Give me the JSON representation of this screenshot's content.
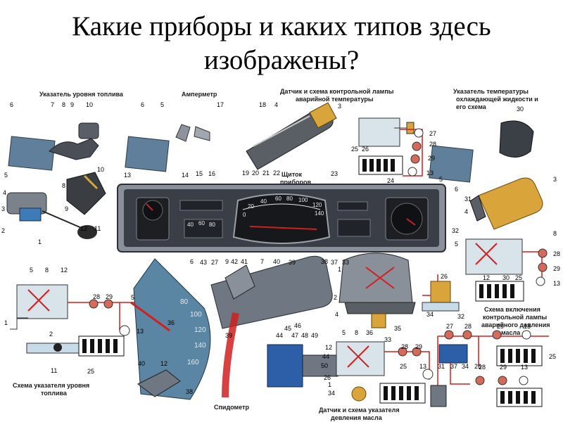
{
  "slide": {
    "title_line1": "Какие приборы и каких типов здесь",
    "title_line2": "изображены?"
  },
  "labels": {
    "fuel_gauge": "Указатель уровня топлива",
    "ammeter": "Амперметр",
    "oil_temp_sensor_1": "Датчик и схема контрольной лампы",
    "oil_temp_sensor_2": "аварийной температуры",
    "coolant_temp_1": "Указатель температуры",
    "coolant_temp_2": "охлаждающей жидкости и",
    "coolant_temp_3": "его схема",
    "panel_1": "Щиток",
    "panel_2": "приборов",
    "lamp_circuit_1": "Схема включения",
    "lamp_circuit_2": "контрольной лампы",
    "lamp_circuit_3": "аварийного давления",
    "lamp_circuit_4": "масла",
    "fuel_circuit_1": "Схема указателя уровня",
    "fuel_circuit_2": "топлива",
    "speedometer": "Спидометр",
    "oil_pressure_1": "Датчик и схема указателя",
    "oil_pressure_2": "девления масла"
  },
  "callouts": [
    {
      "id": "c6a",
      "text": "6"
    },
    {
      "id": "c7a",
      "text": "7"
    },
    {
      "id": "c8a",
      "text": "8"
    },
    {
      "id": "c9a",
      "text": "9"
    },
    {
      "id": "c10a",
      "text": "10"
    },
    {
      "id": "c5a",
      "text": "5"
    },
    {
      "id": "c4a",
      "text": "4"
    },
    {
      "id": "c3a",
      "text": "3"
    },
    {
      "id": "c2a",
      "text": "2"
    },
    {
      "id": "c1a",
      "text": "1"
    },
    {
      "id": "c8b",
      "text": "8"
    },
    {
      "id": "c10b",
      "text": "10"
    },
    {
      "id": "c9b",
      "text": "9"
    },
    {
      "id": "c12a",
      "text": "12"
    },
    {
      "id": "c11a",
      "text": "11"
    },
    {
      "id": "c6b",
      "text": "6"
    },
    {
      "id": "c5b",
      "text": "5"
    },
    {
      "id": "c17a",
      "text": "17"
    },
    {
      "id": "c18a",
      "text": "18"
    },
    {
      "id": "c4b",
      "text": "4"
    },
    {
      "id": "c3b",
      "text": "3"
    },
    {
      "id": "c19a",
      "text": "19"
    },
    {
      "id": "c20a",
      "text": "20"
    },
    {
      "id": "c21a",
      "text": "21"
    },
    {
      "id": "c22a",
      "text": "22"
    },
    {
      "id": "c27a",
      "text": "27"
    },
    {
      "id": "c28a",
      "text": "28"
    },
    {
      "id": "c29a",
      "text": "29"
    },
    {
      "id": "c13a",
      "text": "13"
    },
    {
      "id": "c25a",
      "text": "25"
    },
    {
      "id": "c26a",
      "text": "26"
    },
    {
      "id": "c30a",
      "text": "30"
    },
    {
      "id": "c3c",
      "text": "3"
    },
    {
      "id": "c5c",
      "text": "5"
    },
    {
      "id": "c6c",
      "text": "6"
    },
    {
      "id": "c31a",
      "text": "31"
    },
    {
      "id": "c4c",
      "text": "4"
    },
    {
      "id": "c32a",
      "text": "32"
    },
    {
      "id": "c13b",
      "text": "13"
    },
    {
      "id": "c14a",
      "text": "14"
    },
    {
      "id": "c15a",
      "text": "15"
    },
    {
      "id": "c16a",
      "text": "16"
    },
    {
      "id": "c23a",
      "text": "23"
    },
    {
      "id": "c24a",
      "text": "24"
    },
    {
      "id": "c43a",
      "text": "43"
    },
    {
      "id": "c27b",
      "text": "27"
    },
    {
      "id": "c39a",
      "text": "39"
    },
    {
      "id": "c37a",
      "text": "37"
    },
    {
      "id": "c33a",
      "text": "33"
    },
    {
      "id": "c5d",
      "text": "5"
    },
    {
      "id": "c8c",
      "text": "8"
    },
    {
      "id": "c12b",
      "text": "12"
    },
    {
      "id": "c30b",
      "text": "30"
    },
    {
      "id": "c25b",
      "text": "25"
    },
    {
      "id": "c26b",
      "text": "26"
    },
    {
      "id": "c28b",
      "text": "28"
    },
    {
      "id": "c29b",
      "text": "29"
    },
    {
      "id": "c13c",
      "text": "13"
    },
    {
      "id": "c32b",
      "text": "32"
    },
    {
      "id": "c5e",
      "text": "5"
    },
    {
      "id": "c8d",
      "text": "8"
    },
    {
      "id": "c12c",
      "text": "12"
    },
    {
      "id": "c1b",
      "text": "1"
    },
    {
      "id": "c2b",
      "text": "2"
    },
    {
      "id": "c28c",
      "text": "28"
    },
    {
      "id": "c29c",
      "text": "29"
    },
    {
      "id": "c13d",
      "text": "13"
    },
    {
      "id": "c11b",
      "text": "11"
    },
    {
      "id": "c25c",
      "text": "25"
    },
    {
      "id": "c6d",
      "text": "6"
    },
    {
      "id": "c9c",
      "text": "9"
    },
    {
      "id": "c42a",
      "text": "42"
    },
    {
      "id": "c41a",
      "text": "41"
    },
    {
      "id": "c7b",
      "text": "7"
    },
    {
      "id": "c40a",
      "text": "40"
    },
    {
      "id": "c38a",
      "text": "38"
    },
    {
      "id": "c1c",
      "text": "1"
    },
    {
      "id": "c2c",
      "text": "2"
    },
    {
      "id": "c4d",
      "text": "4"
    },
    {
      "id": "c34a",
      "text": "34"
    },
    {
      "id": "c35a",
      "text": "35"
    },
    {
      "id": "c5f",
      "text": "5"
    },
    {
      "id": "c36a",
      "text": "36"
    },
    {
      "id": "c39b",
      "text": "39"
    },
    {
      "id": "c44a",
      "text": "44"
    },
    {
      "id": "c45a",
      "text": "45"
    },
    {
      "id": "c46a",
      "text": "46"
    },
    {
      "id": "c47a",
      "text": "47"
    },
    {
      "id": "c48a",
      "text": "48"
    },
    {
      "id": "c49a",
      "text": "49"
    },
    {
      "id": "c50a",
      "text": "50"
    },
    {
      "id": "c44b",
      "text": "44"
    },
    {
      "id": "c40b",
      "text": "40"
    },
    {
      "id": "c12d",
      "text": "12"
    },
    {
      "id": "c38b",
      "text": "38"
    },
    {
      "id": "c5g",
      "text": "5"
    },
    {
      "id": "c8e",
      "text": "8"
    },
    {
      "id": "c36b",
      "text": "36"
    },
    {
      "id": "c33b",
      "text": "33"
    },
    {
      "id": "c12e",
      "text": "12"
    },
    {
      "id": "c28d",
      "text": "28"
    },
    {
      "id": "c29d",
      "text": "29"
    },
    {
      "id": "c13e",
      "text": "13"
    },
    {
      "id": "c26c",
      "text": "26"
    },
    {
      "id": "c1d",
      "text": "1"
    },
    {
      "id": "c34b",
      "text": "34"
    },
    {
      "id": "c25d",
      "text": "25"
    },
    {
      "id": "c27c",
      "text": "27"
    },
    {
      "id": "c28e",
      "text": "28"
    },
    {
      "id": "c29e",
      "text": "29"
    },
    {
      "id": "c13f",
      "text": "13"
    },
    {
      "id": "c25e",
      "text": "25"
    },
    {
      "id": "c31b",
      "text": "31"
    },
    {
      "id": "c37b",
      "text": "37"
    },
    {
      "id": "c34c",
      "text": "34"
    },
    {
      "id": "c26d",
      "text": "26"
    },
    {
      "id": "c28f",
      "text": "28"
    },
    {
      "id": "c29f",
      "text": "29"
    },
    {
      "id": "c13g",
      "text": "13"
    }
  ],
  "gauge_marks": {
    "speedo_top": [
      "20",
      "40",
      "60",
      "80",
      "100",
      "120"
    ],
    "speedo_side_left": "0",
    "speedo_side_right": "140",
    "speedometer_dial": [
      "80",
      "100",
      "120",
      "140",
      "160"
    ],
    "oil": [
      "40",
      "60",
      "80"
    ]
  },
  "colors": {
    "panel": "#3a3f47",
    "panel_edge": "#8a909a",
    "gauge_face": "#1d1f23",
    "dial_blue": "#5b86a3",
    "wire_red": "#d02020",
    "brass": "#d9a43a",
    "steel": "#6f7782"
  }
}
